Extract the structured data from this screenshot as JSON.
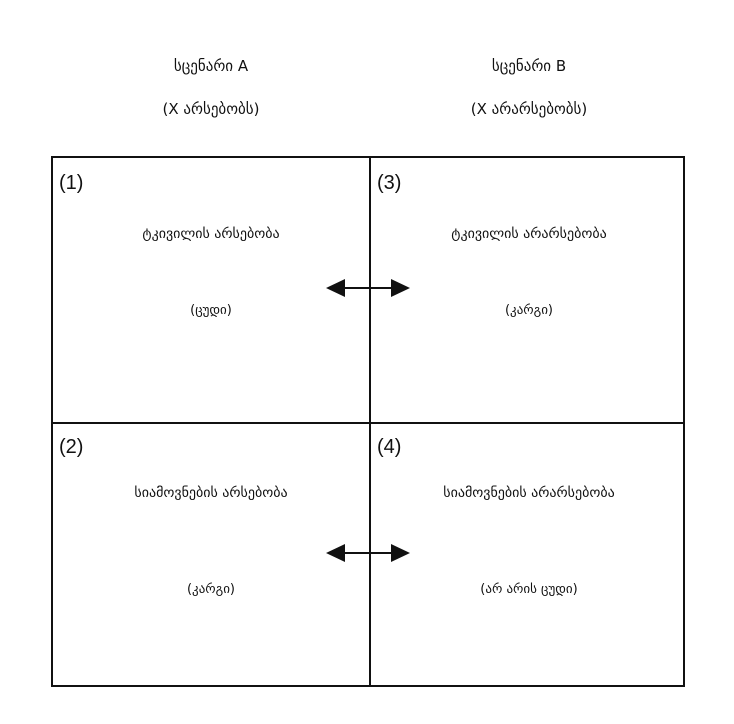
{
  "scenarios": {
    "a": {
      "title": "სცენარი A",
      "subtitle": "(X არსებობს)"
    },
    "b": {
      "title": "სცენარი B",
      "subtitle": "(X არარსებობს)"
    }
  },
  "cells": [
    {
      "number": "(1)",
      "label": "ტკივილის არსებობა",
      "value": "(ცუდი)"
    },
    {
      "number": "(2)",
      "label": "სიამოვნების არსებობა",
      "value": "(კარგი)"
    },
    {
      "number": "(3)",
      "label": "ტკივილის არარსებობა",
      "value": "(კარგი)"
    },
    {
      "number": "(4)",
      "label": "სიამოვნების არარსებობა",
      "value": "(არ არის ცუდი)"
    }
  ],
  "arrows": [
    {
      "name": "top-double-arrow",
      "direction": "bidirectional"
    },
    {
      "name": "bottom-double-arrow",
      "direction": "bidirectional"
    }
  ],
  "colors": {
    "line": "#111111",
    "background": "#ffffff"
  }
}
